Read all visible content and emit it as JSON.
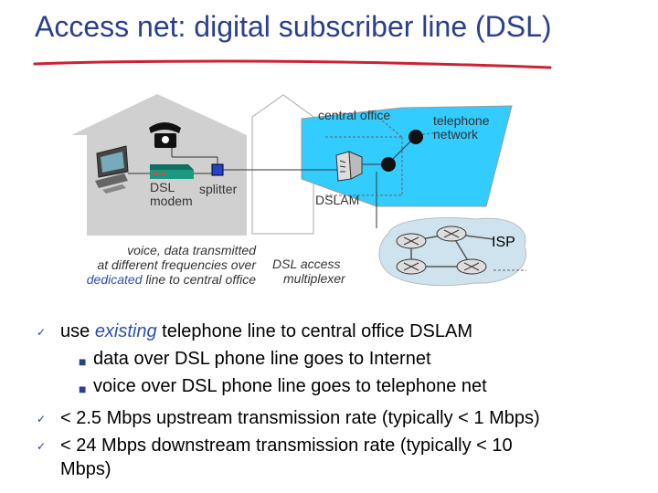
{
  "slide": {
    "title": "Access net: digital subscriber line (DSL)"
  },
  "diagram": {
    "central_office_label": "central office",
    "telephone_network_label": "telephone network",
    "dsl_modem_label": "DSL modem",
    "splitter_label": "splitter",
    "dslam_label": "DSLAM",
    "isp_label": "ISP",
    "caption": {
      "line1": "voice, data transmitted",
      "line2": "at different frequencies over",
      "line3_highlight": "dedicated",
      "line3_rest": " line to central office"
    },
    "dslam_description": {
      "line1": "DSL access",
      "line2": "multiplexer"
    },
    "colors": {
      "house": "#d0d0d0",
      "central_office": "#33ccff",
      "isp_cloud": "#cfe3ef",
      "modem": "#1a9980",
      "underline": "#cc2233"
    }
  },
  "bullets": [
    {
      "pre": "use ",
      "highlight": "existing",
      "post": " telephone line to central office DSLAM"
    },
    {
      "text": "data over DSL phone line goes to Internet"
    },
    {
      "text": "voice over DSL phone line goes to telephone net"
    },
    {
      "text": "< 2.5 Mbps upstream transmission rate (typically < 1 Mbps)"
    },
    {
      "text": "< 24 Mbps downstream transmission rate (typically < 10"
    },
    {
      "text": "Mbps)"
    }
  ]
}
